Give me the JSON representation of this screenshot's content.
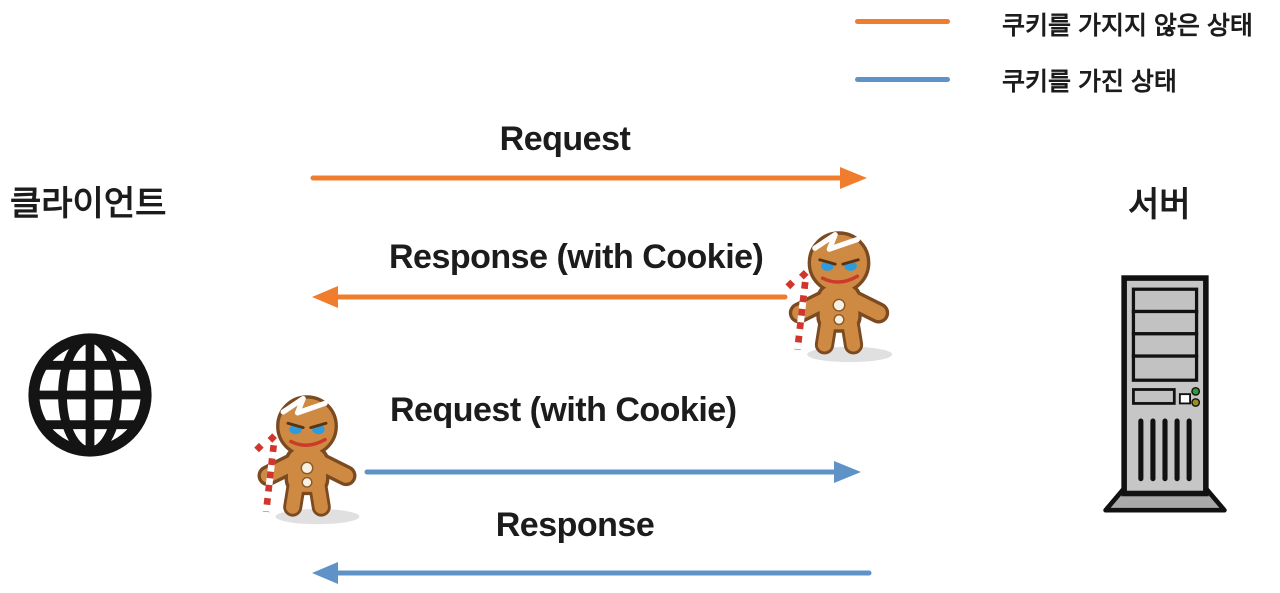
{
  "diagram": {
    "legend": {
      "items": [
        {
          "label": "쿠키를 가지지 않은 상태",
          "line": "orange",
          "color": "#F07D2E"
        },
        {
          "label": "쿠키를 가진 상태",
          "line": "blue",
          "color": "#5F93C8"
        }
      ]
    },
    "actors": {
      "client": {
        "label": "클라이언트",
        "icon": "globe-icon"
      },
      "server": {
        "label": "서버",
        "icon": "server-tower-icon"
      }
    },
    "flows": [
      {
        "label": "Request",
        "direction": "right",
        "state": "no-cookie",
        "color": "#F07D2E"
      },
      {
        "label": "Response (with Cookie)",
        "direction": "left",
        "state": "no-cookie",
        "color": "#F07D2E",
        "icon": "gingerbread-cookie-icon"
      },
      {
        "label": "Request (with Cookie)",
        "direction": "right",
        "state": "has-cookie",
        "color": "#5F93C8",
        "icon": "gingerbread-cookie-icon"
      },
      {
        "label": "Response",
        "direction": "left",
        "state": "has-cookie",
        "color": "#5F93C8"
      }
    ]
  },
  "colors": {
    "orange": "#F07D2E",
    "blue": "#5F93C8",
    "text": "#1C1C1C",
    "background": "#FFFFFF"
  }
}
